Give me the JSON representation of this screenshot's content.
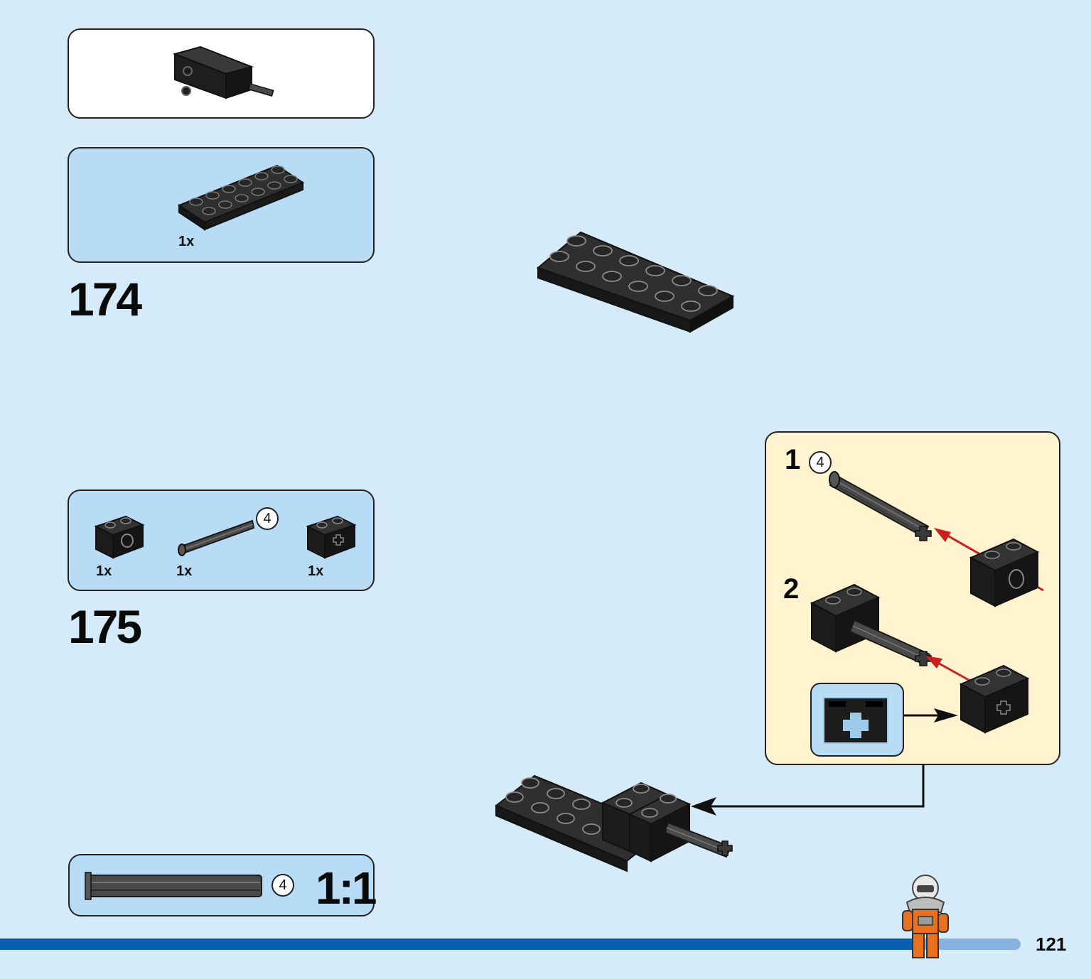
{
  "steps": [
    {
      "number": "174",
      "parts": [
        {
          "qty": "1x",
          "part": "black-2x6-plate"
        }
      ]
    },
    {
      "number": "175",
      "parts": [
        {
          "qty": "1x",
          "part": "black-technic-brick-pin-hole"
        },
        {
          "qty": "1x",
          "part": "dark-gray-axle-4",
          "length_badge": "4"
        },
        {
          "qty": "1x",
          "part": "black-technic-brick-axle-hole"
        }
      ]
    }
  ],
  "subassembly": {
    "step1": {
      "label": "1",
      "badge": "4"
    },
    "step2": {
      "label": "2"
    }
  },
  "scale_guide": {
    "badge": "4",
    "ratio": "1:1"
  },
  "page_number": "121",
  "colors": {
    "background": "#d5ebfa",
    "parts_box": "#b8dcf6",
    "subassembly_box": "#fff4cf",
    "brick": "#1e1e1e",
    "axle": "#4a4a4a",
    "arrow_red": "#cc1f1f",
    "footer_bar": "#0a5fae"
  }
}
